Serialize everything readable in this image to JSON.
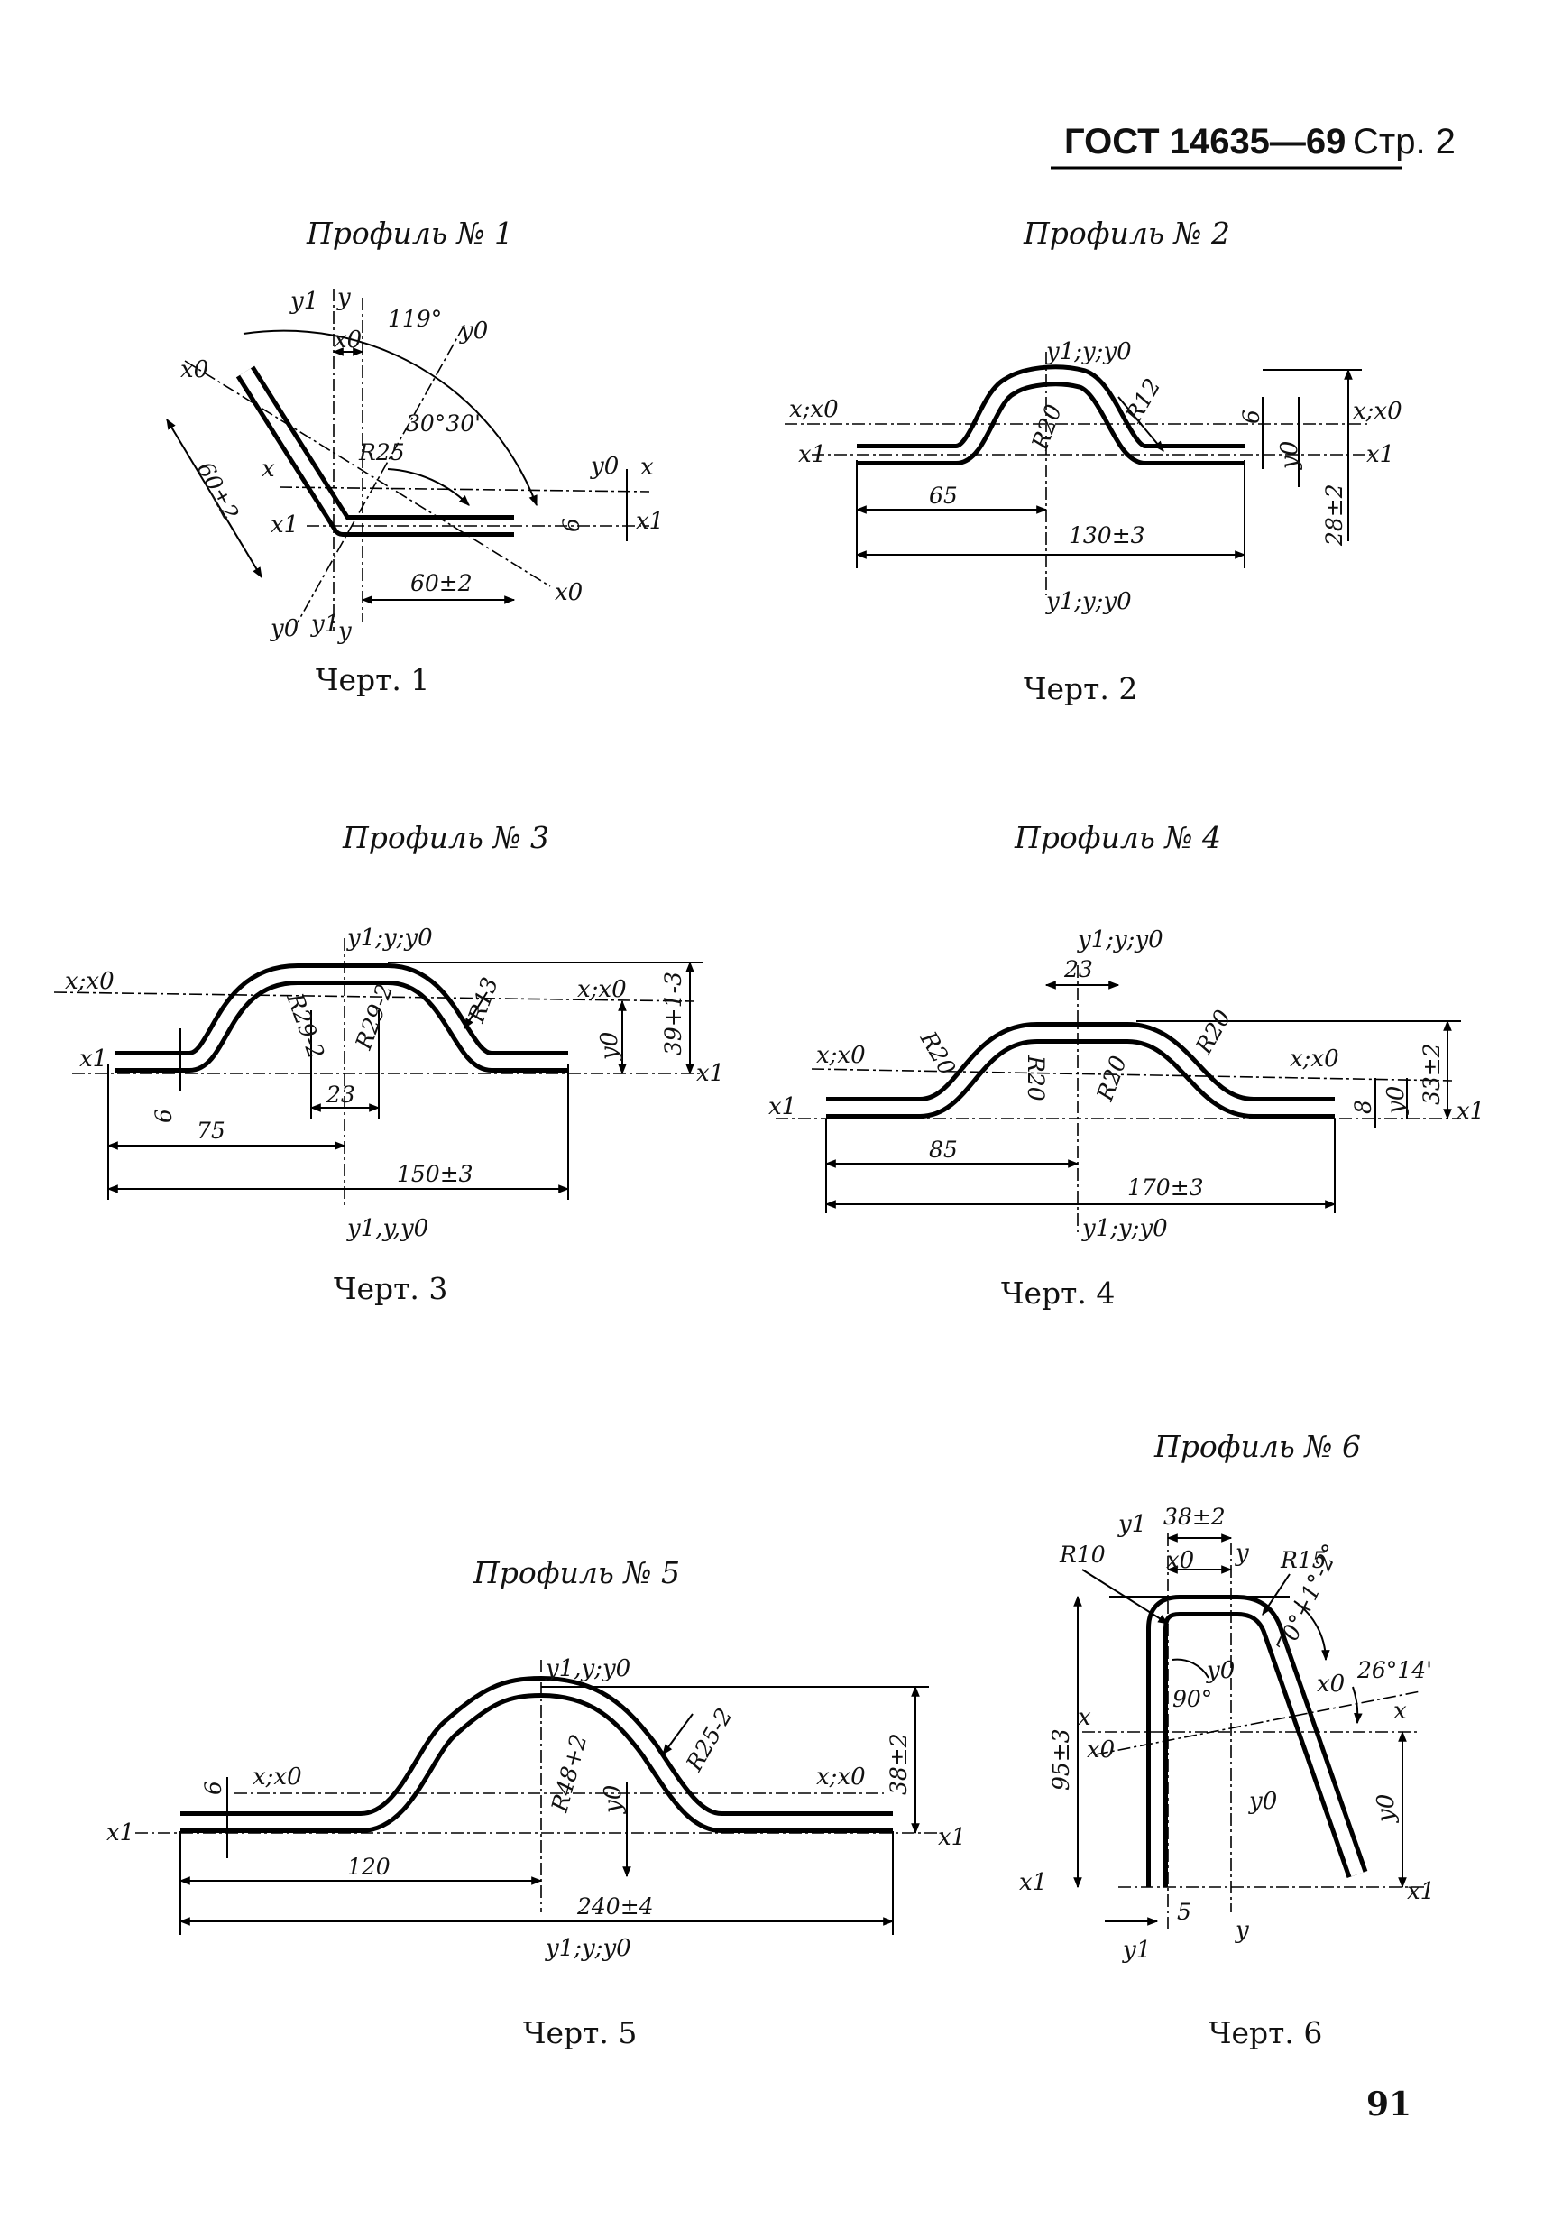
{
  "header": {
    "standard": "ГОСТ 14635—69",
    "page_ref": "Стр. 2"
  },
  "page_number": "91",
  "profiles": [
    {
      "title": "Профиль № 1",
      "caption": "Черт. 1",
      "labels": {
        "y1_top": "y1",
        "y_top": "y",
        "y0_top": "y0",
        "x0_top": "x0",
        "x0_left": "x0",
        "x_left": "x",
        "x1_left": "x1",
        "x_right": "x",
        "x1_right": "x1",
        "y0_right": "y0",
        "x0_bottom": "x0",
        "y0_bottom": "y0",
        "y1_bottom": "y1",
        "y_bottom": "y"
      },
      "dims": {
        "angle": "119°",
        "angle2": "30°30'",
        "radius": "R25",
        "leg_slanted": "60±2",
        "leg_flat": "60±2",
        "thickness": "6"
      }
    },
    {
      "title": "Профиль № 2",
      "caption": "Черт. 2",
      "labels": {
        "axis_top": "y1;y;y0",
        "axis_bottom": "y1;y;y0",
        "left_axis": "x;x0",
        "x1_left": "x1",
        "right_axis": "x;x0",
        "x1_right": "x1",
        "y0_right": "y0"
      },
      "dims": {
        "r_inner": "R20",
        "r_outer": "R12",
        "half": "65",
        "total": "130±3",
        "height": "28±2",
        "thickness": "6"
      }
    },
    {
      "title": "Профиль № 3",
      "caption": "Черт. 3",
      "labels": {
        "axis_top": "y1;y;y0",
        "axis_bottom": "y1,y,y0",
        "left_axis": "x;x0",
        "x1_left": "x1",
        "right_axis": "x;x0",
        "x1_right": "x1",
        "y0_right": "y0"
      },
      "dims": {
        "r_left": "R29-2",
        "r_right": "R29-2",
        "r_outer": "R13",
        "thickness": "6",
        "half": "75",
        "top": "23",
        "total": "150±3",
        "height": "39+1-3"
      }
    },
    {
      "title": "Профиль № 4",
      "caption": "Черт. 4",
      "labels": {
        "axis_top": "y1;y;y0",
        "axis_bottom": "y1;y;y0",
        "left_axis": "x;x0",
        "x1_left": "x1",
        "right_axis": "x;x0",
        "x1_right": "x1",
        "y0_right": "y0"
      },
      "dims": {
        "r_left_outer": "R20",
        "r_left_inner": "R20",
        "r_right_inner": "R20",
        "r_right_outer": "R20",
        "top": "23",
        "half": "85",
        "total": "170±3",
        "height": "33±2",
        "thickness": "8"
      }
    },
    {
      "title": "Профиль № 5",
      "caption": "Черт. 5",
      "labels": {
        "axis_top": "y1,y;y0",
        "axis_bottom": "y1;y;y0",
        "left_axis": "x;x0",
        "x1_left": "x1",
        "right_axis": "x;x0",
        "x1_right": "x1",
        "y0_mid": "y0"
      },
      "dims": {
        "r_inner": "R48+2",
        "r_outer": "R25-2",
        "thickness": "6",
        "half": "120",
        "total": "240±4",
        "height": "38±2"
      }
    },
    {
      "title": "Профиль № 6",
      "caption": "Черт. 6",
      "labels": {
        "y1_top": "y1",
        "x0_top": "x0",
        "y_top": "y",
        "y0_mid": "y0",
        "x_left": "x",
        "x0_left": "x0",
        "x1_left": "x1",
        "y0_center": "y0",
        "x0_right": "x0",
        "x_right": "x",
        "y0_right": "y0",
        "x1_right": "x1",
        "y1_bottom": "y1",
        "y_bottom": "y"
      },
      "dims": {
        "top_width": "38±2",
        "r_left": "R10",
        "r_right": "R15",
        "angle_top": "70°+1°-2°",
        "angle_axis": "26°14'",
        "angle_corner": "90°",
        "height": "95±3",
        "thickness": "5"
      }
    }
  ]
}
